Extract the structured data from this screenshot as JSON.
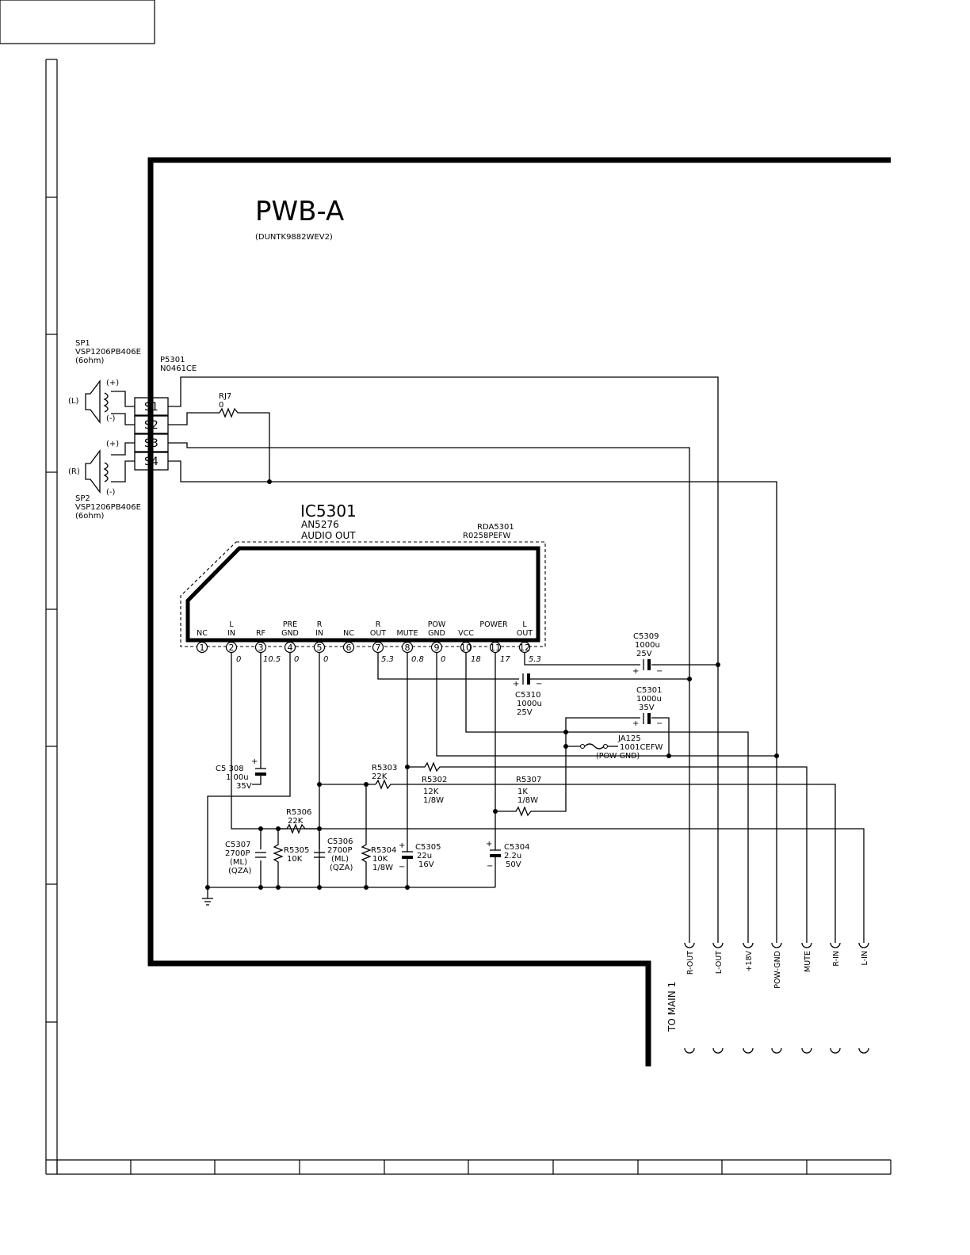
{
  "board": {
    "title": "PWB-A",
    "code": "(DUNTK9882WEV2)"
  },
  "speakers": {
    "sp1": {
      "name": "SP1",
      "part": "VSP1206PB406E",
      "imp": "(6ohm)",
      "side": "(L)",
      "plus": "(+)",
      "minus": "(-)"
    },
    "sp2": {
      "name": "SP2",
      "part": "VSP1206PB406E",
      "imp": "(6ohm)",
      "side": "(R)",
      "plus": "(+)",
      "minus": "(-)"
    }
  },
  "connector": {
    "name": "P5301",
    "part": "N0461CE",
    "pins": [
      "S1",
      "S2",
      "S3",
      "S4"
    ]
  },
  "rj7": {
    "name": "RJ7",
    "value": "0"
  },
  "ic": {
    "name": "IC5301",
    "part": "AN5276",
    "func": "AUDIO OUT",
    "rda_name": "RDA5301",
    "rda_part": "R0258PEFW",
    "pins": [
      {
        "num": "1",
        "l1": "",
        "l2": "NC",
        "v": ""
      },
      {
        "num": "2",
        "l1": "L",
        "l2": "IN",
        "v": "0"
      },
      {
        "num": "3",
        "l1": "",
        "l2": "RF",
        "v": "10.5"
      },
      {
        "num": "4",
        "l1": "PRE",
        "l2": "GND",
        "v": "0"
      },
      {
        "num": "5",
        "l1": "R",
        "l2": "IN",
        "v": "0"
      },
      {
        "num": "6",
        "l1": "",
        "l2": "NC",
        "v": ""
      },
      {
        "num": "7",
        "l1": "R",
        "l2": "OUT",
        "v": "5.3"
      },
      {
        "num": "8",
        "l1": "",
        "l2": "MUTE",
        "v": "0.8"
      },
      {
        "num": "9",
        "l1": "POW",
        "l2": "GND",
        "v": "0"
      },
      {
        "num": "10",
        "l1": "",
        "l2": "VCC",
        "v": "18"
      },
      {
        "num": "11",
        "l1": "POWER",
        "l2": "",
        "v": "17"
      },
      {
        "num": "12",
        "l1": "L",
        "l2": "OUT",
        "v": "5.3"
      }
    ]
  },
  "caps": {
    "c5309": [
      "C5309",
      "1000u",
      "25V"
    ],
    "c5310": [
      "C5310",
      "1000u",
      "25V"
    ],
    "c5301": [
      "C5301",
      "1000u",
      "35V"
    ],
    "c5308": [
      "C5 308",
      "1 00u",
      "35V"
    ],
    "c5307": [
      "C5307",
      "2700P",
      "(ML)",
      "(QZA)"
    ],
    "c5306": [
      "C5306",
      "2700P",
      "(ML)",
      "(QZA)"
    ],
    "c5305": [
      "C5305",
      "22u",
      "16V"
    ],
    "c5304": [
      "C5304",
      "2.2u",
      "50V"
    ]
  },
  "resistors": {
    "r5303": [
      "R5303",
      "22K"
    ],
    "r5302": [
      "R5302",
      "12K",
      "1/8W"
    ],
    "r5307": [
      "R5307",
      "1K",
      "1/8W"
    ],
    "r5306": [
      "R5306",
      "22K"
    ],
    "r5305": [
      "R5305",
      "10K"
    ],
    "r5304": [
      "R5304",
      "10K",
      "1/8W"
    ]
  },
  "fuse": {
    "name": "JA125",
    "part": "1001CEFW",
    "net": "(POW-GND)"
  },
  "signal_pins": [
    "R-OUT",
    "L-OUT",
    "+18V",
    "POW-GND",
    "MUTE",
    "R-IN",
    "L-IN"
  ],
  "to_main": "TO MAIN 1"
}
